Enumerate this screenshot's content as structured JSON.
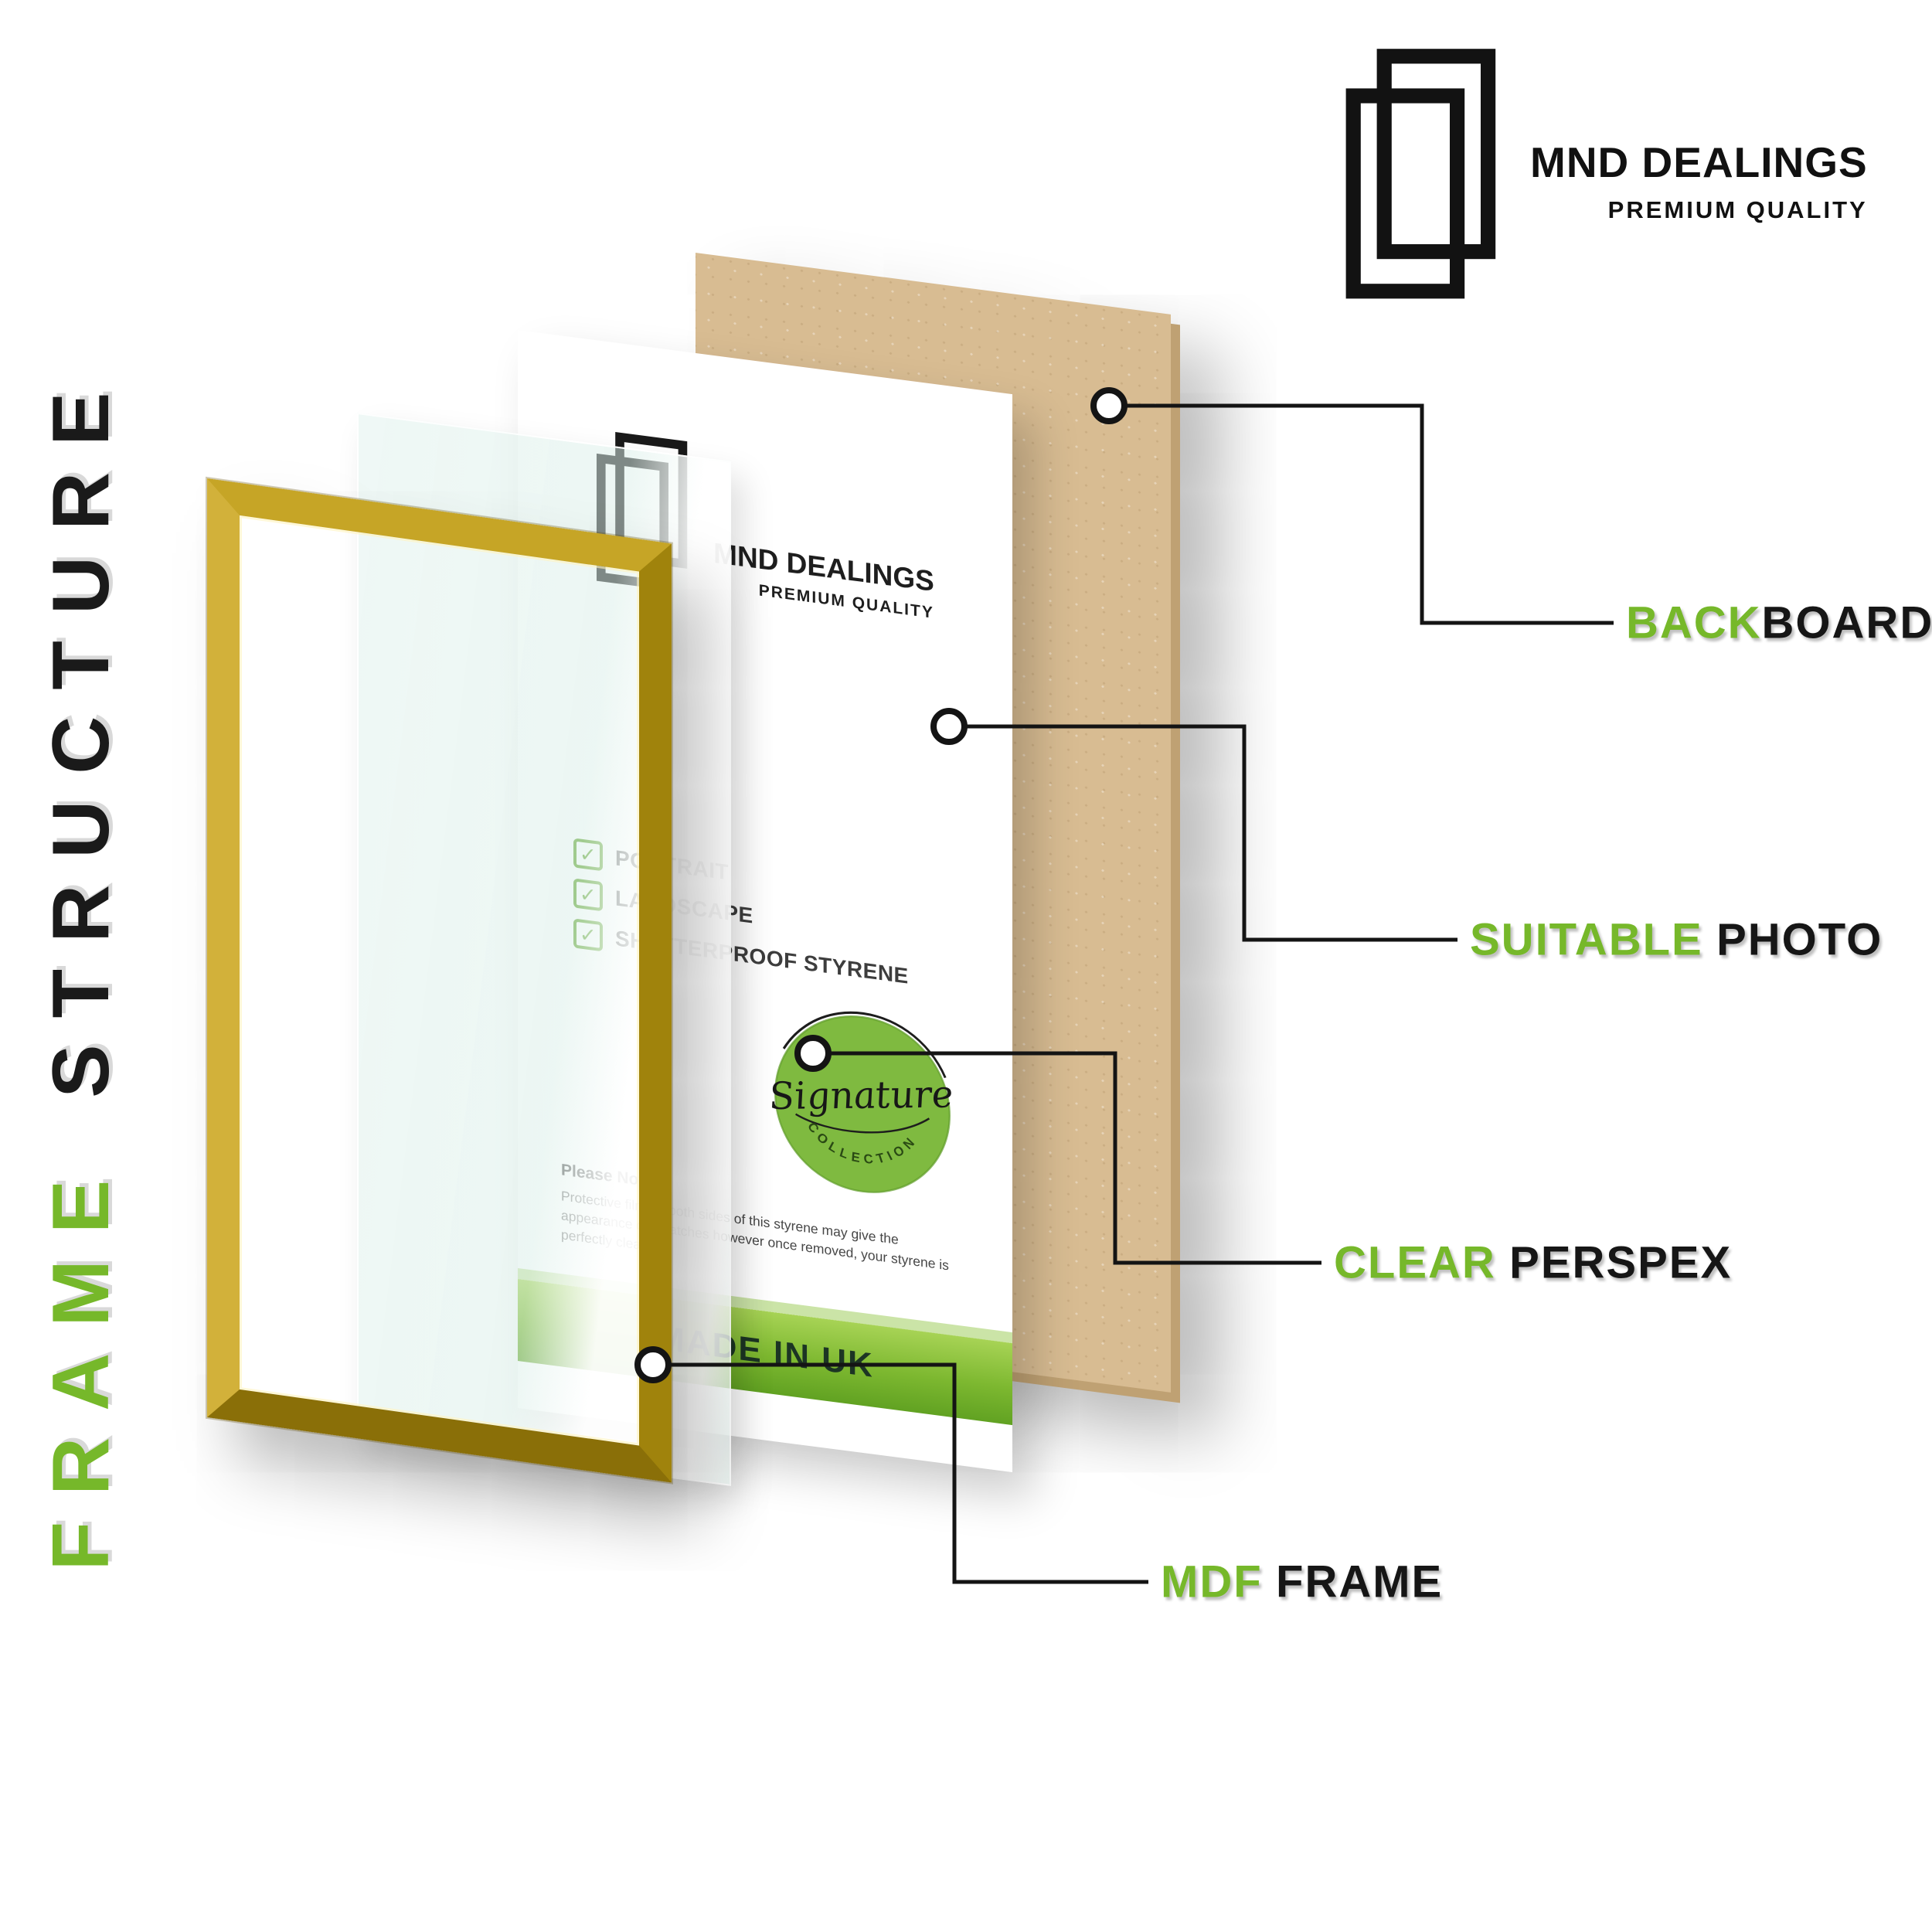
{
  "vertical_title": {
    "frame": "FRAME",
    "structure": "STRUCTURE"
  },
  "brand": {
    "name": "MND DEALINGS",
    "tagline": "PREMIUM QUALITY"
  },
  "sheet": {
    "brand_name": "MND DEALINGS",
    "brand_tagline": "PREMIUM QUALITY",
    "checklist": [
      "PORTRAIT",
      "LANDSCAPE",
      "SHATTERPROOF STYRENE"
    ],
    "badge_script": "Signature",
    "badge_arc": "COLLECTION",
    "note_title": "Please Note:",
    "note_body": "Protective film on both sides of this styrene may give the appearance of scratches however once removed, your styrene is perfectly clear,",
    "banner": "MADE IN UK"
  },
  "callouts": [
    {
      "highlight": "BACK",
      "rest": "BOARD"
    },
    {
      "highlight": "SUITABLE",
      "rest": "PHOTO"
    },
    {
      "highlight": "CLEAR",
      "rest": "PERSPEX"
    },
    {
      "highlight": "MDF",
      "rest": "FRAME"
    }
  ],
  "colors": {
    "green": "#76B82A",
    "ink": "#161616",
    "gold": "#B8960F",
    "mdf_tan": "#D8BC92",
    "band_green": "#7DB830",
    "perspex_tint": "#DFF1EC"
  }
}
